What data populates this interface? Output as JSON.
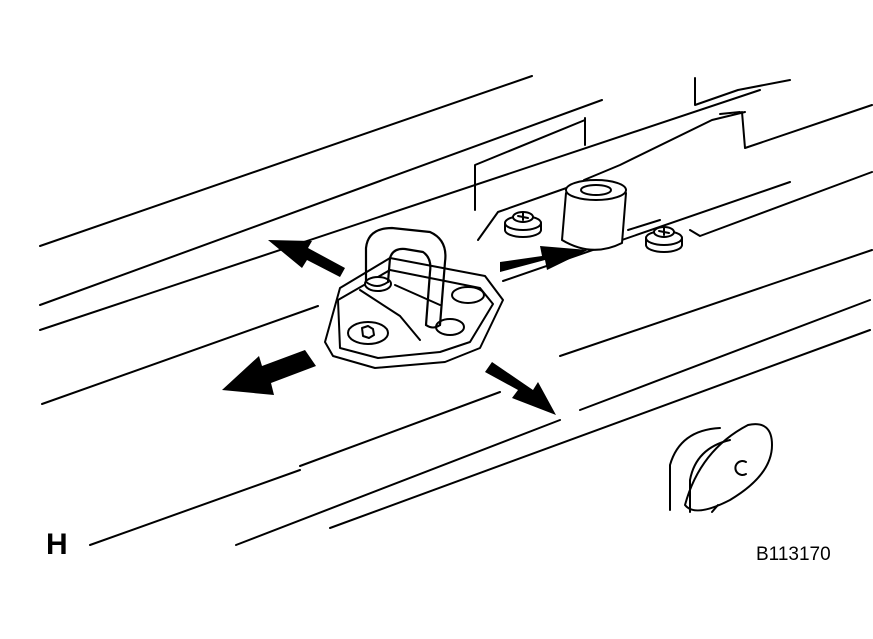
{
  "figure": {
    "view_letter": "H",
    "figure_code": "B113170"
  },
  "colors": {
    "line": "#000000",
    "background": "#ffffff"
  },
  "icons": [
    "striker-hook",
    "torx-screw",
    "phillips-screw",
    "rubber-bumper",
    "removal-arrow"
  ]
}
